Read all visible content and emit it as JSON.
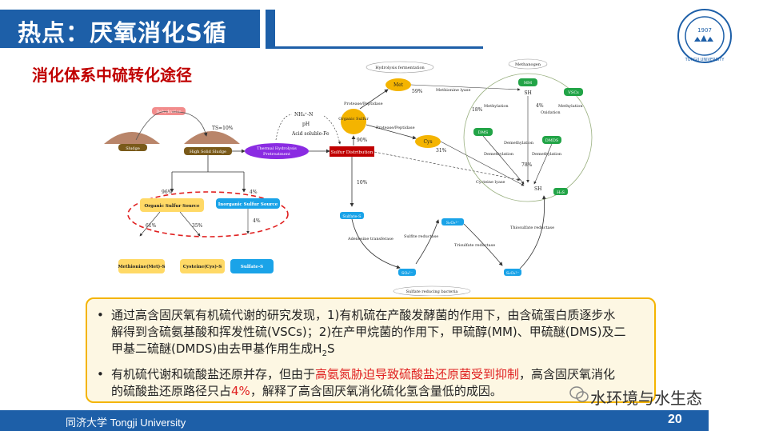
{
  "header": {
    "title": "热点：厌氧消化S循",
    "subtitle": "消化体系中硫转化途径"
  },
  "diagram": {
    "labels": {
      "dehydration": "Dehydration",
      "ts": "TS=10%",
      "sludge": "Sludge",
      "high_solid": "High Solid Sludge",
      "thermal": "Thermal Hydrolysis",
      "pretreatment": "Pretreatment",
      "nh4": "NH₄⁺-N",
      "ph": "pH",
      "acid_fe": "Acid soluble-Fe",
      "hydrolysis_fermentation": "Hydrolysis fermentation",
      "met": "Met",
      "pct_59": "59%",
      "methionine_lyase": "Methionine lyase",
      "protease_peptidase_1": "Protease/Peptidase",
      "protease_peptidase_2": "Protease/Peptidase",
      "organic_sulfur": "Organic Sulfur",
      "pct_90": "90%",
      "cys": "Cys",
      "pct_31": "31%",
      "sulfur_distribution": "Sulfur Distribution",
      "pct_10": "10%",
      "sulfate_s_mid": "Sulfate-S",
      "methanogen": "Methanogen",
      "mm": "MM",
      "vscs": "VSCs",
      "sh": "SH",
      "pct_18": "18%",
      "methylation_1": "Methylation",
      "pct_4": "4%",
      "methylation_2": "Methylation",
      "oxidation": "Oxidation",
      "dms": "DMS",
      "dmds": "DMDS",
      "demethylation_1": "Demethylation",
      "demethylation_2": "Demethylation",
      "demethylation_3": "Demethylation",
      "pct_78": "78%",
      "cysteine_lyase": "Cysteine lyase",
      "h2s": "H₂S",
      "organic_sulfur_source": "Organic Sulfur Source",
      "inorganic_sulfur_source": "Inorganic Sulfur Source",
      "pct_96": "96%",
      "pct_4b": "4%",
      "pct_4c": "4%",
      "pct_61": "61%",
      "pct_35": "35%",
      "met_s": "Methionine(Met)-S",
      "cys_s": "Cysteine(Cys)-S",
      "sulfate_s": "Sulfate-S",
      "adenosine": "Adenosine transferase",
      "sulfite_reductase": "Sulfite reductase",
      "s2o3": "S₂O₃²⁻",
      "thiosulfate_reductase": "Thiosulfate reductase",
      "trisulfate_reductase": "Trisulfate reductase",
      "so3": "SO₃²⁻",
      "s2o3b": "S₂O₃²⁻",
      "srb": "Sulfate reducing bacteria"
    }
  },
  "bullets": {
    "b1_dot": "•",
    "b1_line1": "通过高含固厌氧有机硫代谢的研究发现，1)有机硫在产酸发酵菌的作用下，由含硫蛋白质逐步水",
    "b1_line2": "解得到含硫氨基酸和挥发性硫(VSCs)；2)在产甲烷菌的作用下，甲硫醇(MM)、甲硫醚(DMS)及二",
    "b1_line3_pre": "甲基二硫醚(DMDS)由去甲基作用生成H",
    "b1_line3_sub": "2",
    "b1_line3_post": "S",
    "b2_dot": "•",
    "b2_line1_pre": "有机硫代谢和硫酸盐还原并存，但由于",
    "b2_line1_red": "高氨氮胁迫导致硫酸盐还原菌受到抑制",
    "b2_line1_post": "，高含固厌氧消化",
    "b2_line2_pre": "的硫酸盐还原路径只占",
    "b2_line2_red": "4%",
    "b2_line2_post": "，解释了高含固厌氧消化硫化氢含量低的成因。"
  },
  "footer": {
    "university": "同济大学 Tongji University",
    "page": "20"
  },
  "watermark": {
    "text": "水环境与水生态"
  },
  "logo": {
    "year": "1907",
    "ring_text": "TONGJI UNIVERSITY"
  },
  "colors": {
    "brand_blue": "#1d5fa8",
    "accent_red": "#e02020",
    "box_border": "#f4b400"
  }
}
